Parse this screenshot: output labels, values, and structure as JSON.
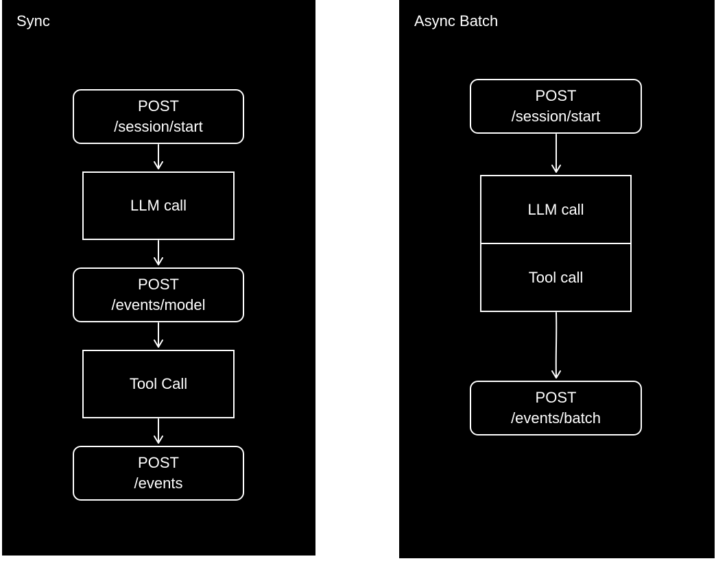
{
  "sync": {
    "title": "Sync",
    "nodes": {
      "session_start": {
        "line1": "POST",
        "line2": "/session/start"
      },
      "llm_call": {
        "label": "LLM call"
      },
      "events_model": {
        "line1": "POST",
        "line2": "/events/model"
      },
      "tool_call": {
        "label": "Tool Call"
      },
      "events": {
        "line1": "POST",
        "line2": "/events"
      }
    }
  },
  "async": {
    "title": "Async Batch",
    "nodes": {
      "session_start": {
        "line1": "POST",
        "line2": "/session/start"
      },
      "llm_call": {
        "label": "LLM call"
      },
      "tool_call": {
        "label": "Tool call"
      },
      "events_batch": {
        "line1": "POST",
        "line2": "/events/batch"
      }
    }
  }
}
